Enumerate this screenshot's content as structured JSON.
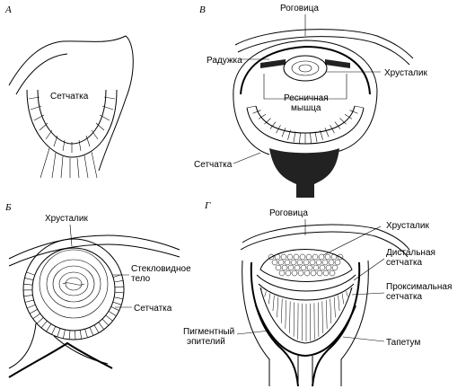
{
  "panels": {
    "a": {
      "letter": "А",
      "labels": {
        "retina": "Сетчатка"
      }
    },
    "b": {
      "letter": "Б",
      "labels": {
        "lens": "Хрусталик",
        "vitreous_line1": "Стекловидное",
        "vitreous_line2": "тело",
        "retina": "Сетчатка"
      }
    },
    "c": {
      "letter": "В",
      "labels": {
        "cornea": "Роговица",
        "iris": "Радужка",
        "lens": "Хрусталик",
        "ciliary_line1": "Ресничная",
        "ciliary_line2": "мышца",
        "retina": "Сетчатка"
      }
    },
    "d": {
      "letter": "Г",
      "labels": {
        "cornea": "Роговица",
        "lens": "Хрусталик",
        "distal_line1": "Дистальная",
        "distal_line2": "сетчатка",
        "proximal_line1": "Проксимальная",
        "proximal_line2": "сетчатка",
        "pigment_line1": "Пигментный",
        "pigment_line2": "эпителий",
        "tapetum": "Тапетум"
      }
    }
  }
}
